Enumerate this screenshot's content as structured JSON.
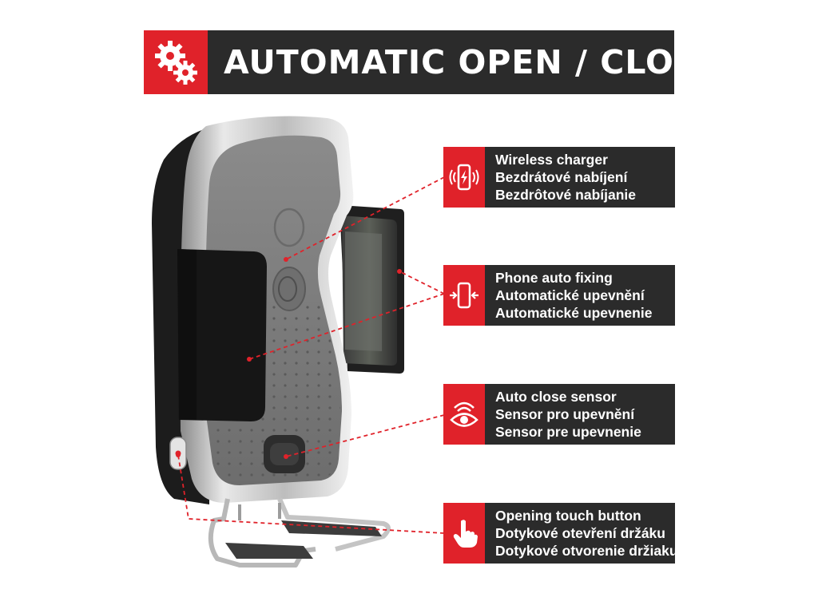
{
  "banner": {
    "title": "AUTOMATIC OPEN / CLOSE",
    "icon": "gears-icon",
    "accent_color": "#e0222a",
    "panel_color": "#2b2b2b"
  },
  "features": [
    {
      "icon": "wireless-charging-phone-icon",
      "lines": [
        "Wireless charger",
        "Bezdrátové nabíjení",
        "Bezdrôtové nabíjanie"
      ]
    },
    {
      "icon": "phone-auto-fixing-icon",
      "lines": [
        "Phone auto fixing",
        "Automatické upevnění",
        "Automatické upevnenie"
      ]
    },
    {
      "icon": "eye-sensor-icon",
      "lines": [
        "Auto close sensor",
        "Sensor pro upevnění",
        "Sensor pre upevnenie"
      ]
    },
    {
      "icon": "touch-hand-icon",
      "lines": [
        "Opening touch button",
        "Dotykové otevření držáku",
        "Dotykové otvorenie držiaku"
      ]
    }
  ]
}
